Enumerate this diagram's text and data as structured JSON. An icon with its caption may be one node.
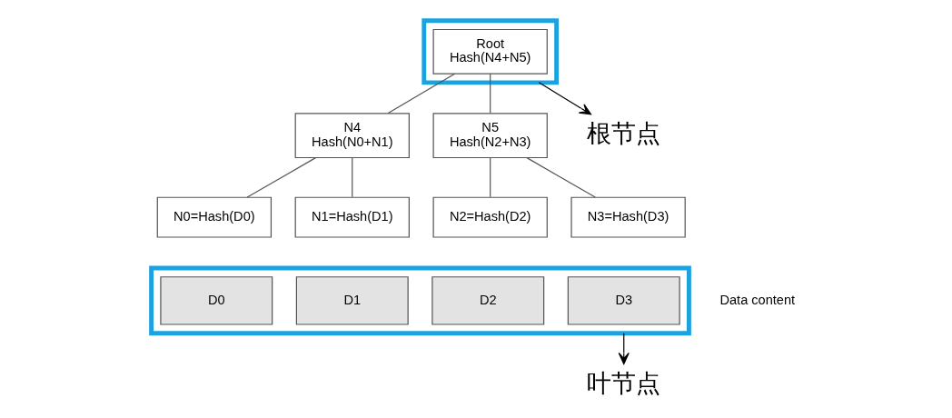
{
  "diagram": {
    "nodes": [
      {
        "text": [],
        "shape": "box"
      },
      {
        "text": [
          "Root",
          "Hash(N4+N5)"
        ],
        "in": 0
      },
      {
        "text": [
          "N4",
          "Hash(N0+N1)"
        ]
      },
      {
        "text": [
          "N5",
          "Hash(N2+N3)"
        ]
      },
      {
        "text": [
          "N0=Hash(D0)"
        ]
      },
      {
        "text": [
          "N1=Hash(D1)"
        ]
      },
      {
        "text": [
          "N2=Hash(D2)"
        ]
      },
      {
        "text": [
          "N3=Hash(D3)"
        ]
      },
      {
        "text": [],
        "shape": "box",
        "beside": [
          "Data content"
        ]
      },
      {
        "text": [
          "D0"
        ],
        "in": 8
      },
      {
        "text": [
          "D1"
        ],
        "in": 8
      },
      {
        "text": [
          "D2"
        ],
        "in": 8
      },
      {
        "text": [
          "D3"
        ],
        "in": 8
      },
      {
        "text": [
          "根节点"
        ]
      },
      {
        "text": [
          "叶节点"
        ]
      }
    ],
    "edges": [
      {
        "from": 1,
        "to": 2,
        "arrow": "none"
      },
      {
        "from": 1,
        "to": 3,
        "arrow": "none"
      },
      {
        "from": 2,
        "to": 4,
        "arrow": "none"
      },
      {
        "from": 2,
        "to": 5,
        "arrow": "none"
      },
      {
        "from": 3,
        "to": 6,
        "arrow": "none"
      },
      {
        "from": 3,
        "to": 7,
        "arrow": "none"
      },
      {
        "from": 0,
        "to": 13,
        "arrow": "to"
      },
      {
        "from": 8,
        "to": 14,
        "arrow": "to"
      }
    ]
  }
}
